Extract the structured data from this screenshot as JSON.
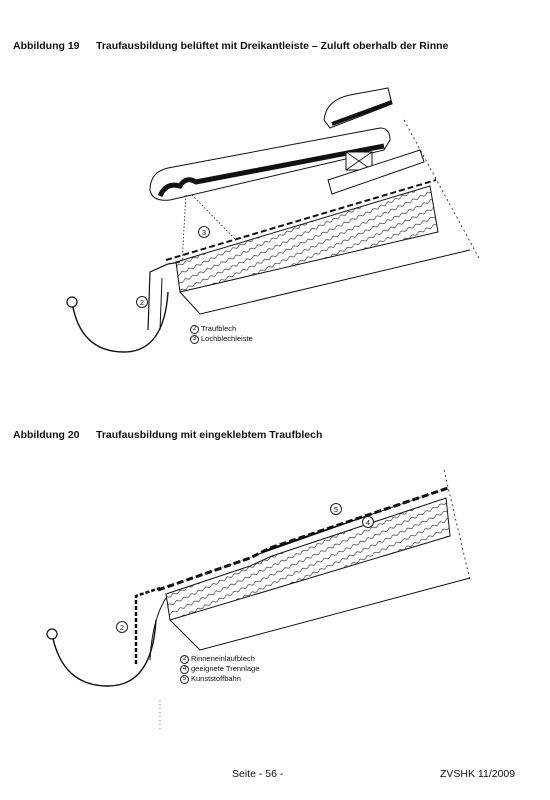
{
  "figure19": {
    "number": "Abbildung 19",
    "title": "Traufausbildung belüftet mit Dreikantleiste – Zuluft oberhalb der Rinne",
    "callouts": [
      "2",
      "3"
    ],
    "legend": [
      {
        "num": "2",
        "label": "Traufblech"
      },
      {
        "num": "3",
        "label": "Lochblechleiste"
      }
    ]
  },
  "figure20": {
    "number": "Abbildung 20",
    "title": "Traufausbildung mit eingeklebtem Traufblech",
    "callouts": [
      "2",
      "5",
      "4"
    ],
    "legend": [
      {
        "num": "2",
        "label": "Rinneneinlaufblech"
      },
      {
        "num": "4",
        "label": "geeignete Trennlage"
      },
      {
        "num": "5",
        "label": "Kunststoffbahn"
      }
    ]
  },
  "footer": {
    "page": "Seite - 56 -",
    "reference": "ZVSHK 11/2009"
  }
}
